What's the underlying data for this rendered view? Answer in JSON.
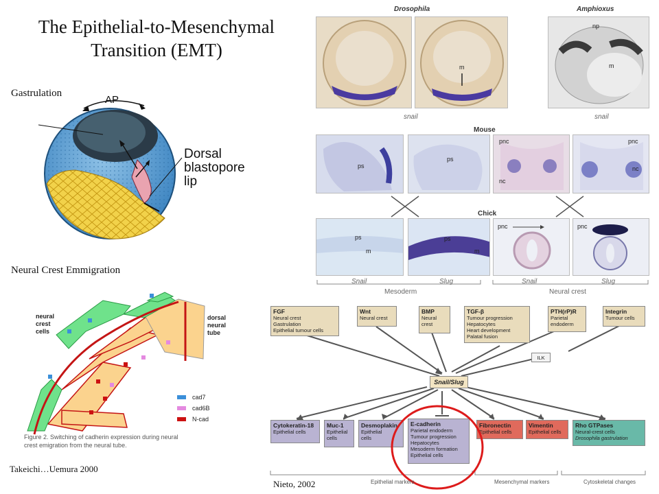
{
  "slide": {
    "title_line1": "The Epithelial-to-Mesenchymal",
    "title_line2": "Transition  (EMT)",
    "gastrulation_label": "Gastrulation",
    "neural_crest_label": "Neural Crest Emmigration",
    "citation_left": "Takeichi…Uemura  2000",
    "citation_right": "Nieto, 2002"
  },
  "gastrula_figure": {
    "ap_label": "AP",
    "dorsal_lip_line1": "Dorsal",
    "dorsal_lip_line2": "blastopore",
    "dorsal_lip_line3": "lip"
  },
  "cadherin_figure": {
    "label_neural_crest": [
      "neural",
      "crest",
      "cells"
    ],
    "label_tube": [
      "dorsal",
      "neural",
      "tube"
    ],
    "legend": [
      {
        "name": "cad7",
        "color": "#3b8fd9"
      },
      {
        "name": "cad6B",
        "color": "#e48ae0"
      },
      {
        "name": "N-cad",
        "color": "#cc1111"
      }
    ],
    "caption_line1": "Figure 2.  Switching of cadherin expression during neural",
    "caption_line2": "crest emigration from the neural tube."
  },
  "expression_panels": {
    "drosophila_title": "Drosophila",
    "amphioxus_title": "Amphioxus",
    "snail_label": "snail",
    "m_label": "m",
    "np_label": "np",
    "mouse_title": "Mouse",
    "chick_title": "Chick",
    "ps_label": "ps",
    "pnc_label": "pnc",
    "nc_label": "nc",
    "bottom_labels": [
      "Snail",
      "Slug",
      "Snail",
      "Slug"
    ],
    "group_mesoderm": "Mesoderm",
    "group_neural_crest": "Neural crest"
  },
  "pathway": {
    "upstream": [
      {
        "head": "FGF",
        "lines": [
          "Neural crest",
          "Gastrulation",
          "Epithelial tumour cells"
        ]
      },
      {
        "head": "Wnt",
        "lines": [
          "Neural crest"
        ]
      },
      {
        "head": "BMP",
        "lines": [
          "Neural",
          "crest"
        ]
      },
      {
        "head": "TGF-β",
        "lines": [
          "Tumour progression",
          "Hepatocytes",
          "Heart development",
          "Palatal fusion"
        ]
      },
      {
        "head": "PTH(rP)R",
        "lines": [
          "Parietal",
          "endoderm"
        ]
      },
      {
        "head": "Integrin",
        "lines": [
          "Tumour cells"
        ]
      }
    ],
    "ilk_label": "ILK",
    "hub_label": "Snail/Slug",
    "downstream": [
      {
        "head": "Cytokeratin-18",
        "lines": [
          "Epithelial cells"
        ]
      },
      {
        "head": "Muc-1",
        "lines": [
          "Epithelial",
          "cells"
        ]
      },
      {
        "head": "Desmoplakin",
        "lines": [
          "Epithelial",
          "cells"
        ]
      },
      {
        "head": "E-cadherin",
        "lines": [
          "Parietal endoderm",
          "Tumour progression",
          "Hepatocytes",
          "Mesoderm formation",
          "Epithelial cells"
        ]
      },
      {
        "head": "Fibronectin",
        "lines": [
          "Epithelial cells"
        ]
      },
      {
        "head": "Vimentin",
        "lines": [
          "Epithelial cells"
        ]
      },
      {
        "head": "Rho GTPases",
        "lines": [
          "Neural-crest cells",
          "Drosophila gastrulation"
        ]
      }
    ],
    "group_epithelial": "Epithelial markers",
    "group_mesenchymal": "Mesenchymal markers",
    "group_cytoskeletal": "Cytoskeletal changes"
  }
}
